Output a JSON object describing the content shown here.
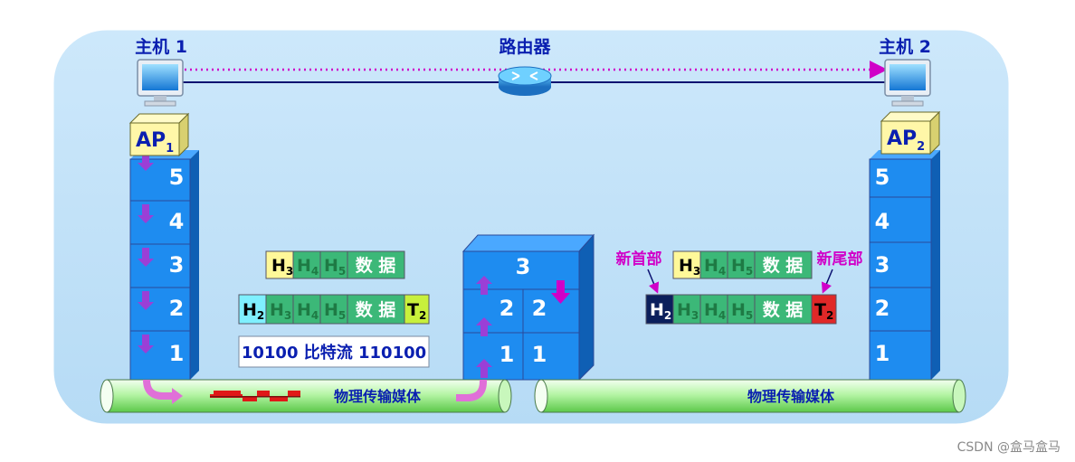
{
  "hosts": {
    "host1": {
      "label": "主机 1",
      "ap": "AP",
      "ap_sub": "1"
    },
    "host2": {
      "label": "主机 2",
      "ap": "AP",
      "ap_sub": "2"
    }
  },
  "router": {
    "label": "路由器"
  },
  "layers": [
    "5",
    "4",
    "3",
    "2",
    "1"
  ],
  "router_stack": {
    "top": "3",
    "mid_left": "2",
    "mid_right": "2",
    "bottom_left": "1",
    "bottom_right": "1"
  },
  "media": {
    "left_label": "物理传输媒体",
    "right_label": "物理传输媒体"
  },
  "packets": {
    "layer3": {
      "h3": "H",
      "h3_sub": "3",
      "h4": "H",
      "h4_sub": "4",
      "h5": "H",
      "h5_sub": "5",
      "data": "数 据"
    },
    "layer2": {
      "h2": "H",
      "h2_sub": "2",
      "h3": "H",
      "h3_sub": "3",
      "h4": "H",
      "h4_sub": "4",
      "h5": "H",
      "h5_sub": "5",
      "data": "数 据",
      "t2": "T",
      "t2_sub": "2"
    },
    "bitstream": "10100 比特流 110100"
  },
  "right_packets": {
    "new_header_label": "新首部",
    "new_trailer_label": "新尾部",
    "layer3": {
      "h3": "H",
      "h3_sub": "3",
      "h4": "H",
      "h4_sub": "4",
      "h5": "H",
      "h5_sub": "5",
      "data": "数 据"
    },
    "layer2": {
      "h2": "H",
      "h2_sub": "2",
      "h3": "H",
      "h3_sub": "3",
      "h4": "H",
      "h4_sub": "4",
      "h5": "H",
      "h5_sub": "5",
      "data": "数 据",
      "t2": "T",
      "t2_sub": "2"
    }
  },
  "watermark": "CSDN @盒马盒马",
  "colors": {
    "panel": "#c3e1f7",
    "stack": "#1e8cf0",
    "stack_side": "#0f5fb4",
    "stack_top": "#4aa8ff",
    "ap": "#fff7a8",
    "arrow": "#9b3fd6",
    "arrow_pink": "#e040c0",
    "magenta": "#d000c8",
    "h3": "#fff899",
    "h_green": "#3cb878",
    "h2_cyan": "#7ff0ff",
    "t2_lime": "#c8f03c",
    "h2_dark": "#0b1f5c",
    "t2_red": "#e02828",
    "tube": "#9ef08c"
  },
  "icons": [
    "monitor-icon",
    "router-icon"
  ]
}
